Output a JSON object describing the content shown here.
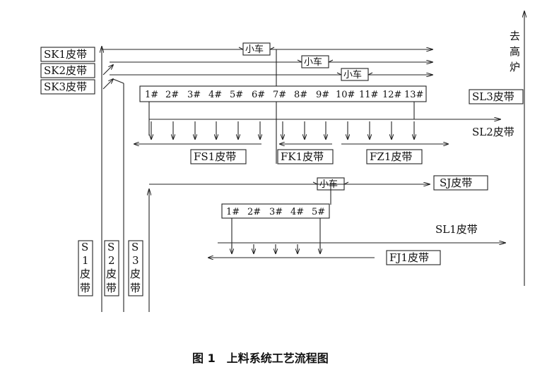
{
  "left_belts": [
    "SK1皮带",
    "SK2皮带",
    "SK3皮带"
  ],
  "right_belts": {
    "sl3": "SL3皮带",
    "sl2": "SL2皮带",
    "sj": "SJ皮带",
    "sl1": "SL1皮带"
  },
  "vertical_belts": [
    [
      "S",
      "1",
      "皮",
      "带"
    ],
    [
      "S",
      "2",
      "皮",
      "带"
    ],
    [
      "S",
      "3",
      "皮",
      "带"
    ]
  ],
  "destination": [
    "去",
    "高",
    "炉"
  ],
  "cart_label": "小车",
  "upper_bins": [
    "1#",
    "2#",
    "3#",
    "4#",
    "5#",
    "6#",
    "7#",
    "8#",
    "9#",
    "10#",
    "11#",
    "12#",
    "13#"
  ],
  "lower_bins": [
    "1#",
    "2#",
    "3#",
    "4#",
    "5#"
  ],
  "collector_belts": {
    "fs1": "FS1皮带",
    "fk1": "FK1皮带",
    "fz1": "FZ1皮带",
    "fj1": "FJ1皮带"
  },
  "caption": "图 1　上料系统工艺流程图"
}
